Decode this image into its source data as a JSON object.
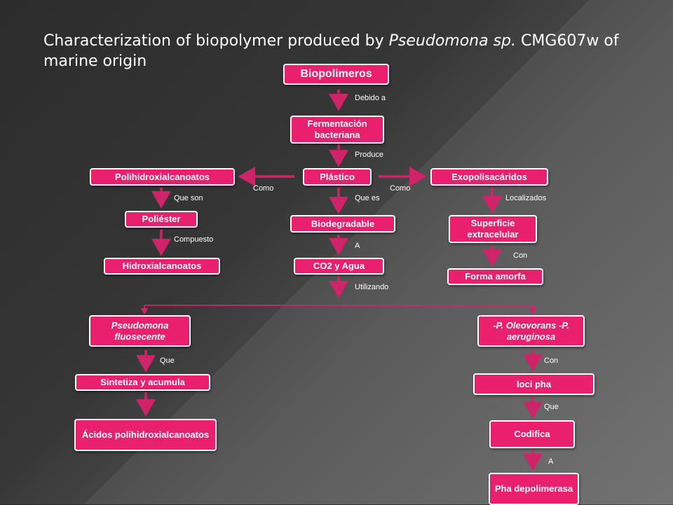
{
  "title": {
    "prefix": "Characterization of biopolymer produced by ",
    "italic": "Pseudomona sp.",
    "suffix": " CMG607w of marine origin"
  },
  "nodes": {
    "biopolimeros": "Biopolimeros",
    "fermentacion": "Fermentación bacteriana",
    "plastico": "Plástico",
    "polihidroxialcanoatos": "Polihidroxialcanoatos",
    "exopolisacaridos": "Exopolisacáridos",
    "poliester": "Poliéster",
    "biodegradable": "Biodegradable",
    "superficie": "Superficie extracelular",
    "hidroxialcanoatos": "Hidroxialcanoatos",
    "co2": "CO2 y Agua",
    "forma": "Forma amorfa",
    "pseudomona": "Pseudomona fluosecente",
    "oleovorans": "-P. Oleovorans -P. aeruginosa",
    "sintetiza": "Sintetiza y acumula",
    "loci": "loci pha",
    "acidos": "Ácidos polihidroxialcanoatos",
    "codifica": "Codifica",
    "pha": "Pha depolimerasa"
  },
  "labels": {
    "debido": "Debido a",
    "produce": "Produce",
    "como_left": "Como",
    "como_right": "Como",
    "que_son": "Que son",
    "que_es": "Que es",
    "localizados": "Localizados",
    "compuesto": "Compuesto",
    "a1": "A",
    "con1": "Con",
    "utilizando": "Utilizando",
    "que1": "Que",
    "con2": "Con",
    "que2": "Que",
    "a2": "A"
  },
  "colors": {
    "node_fill": "#e8206e",
    "arrow": "#d0246a",
    "text": "#ffffff"
  }
}
